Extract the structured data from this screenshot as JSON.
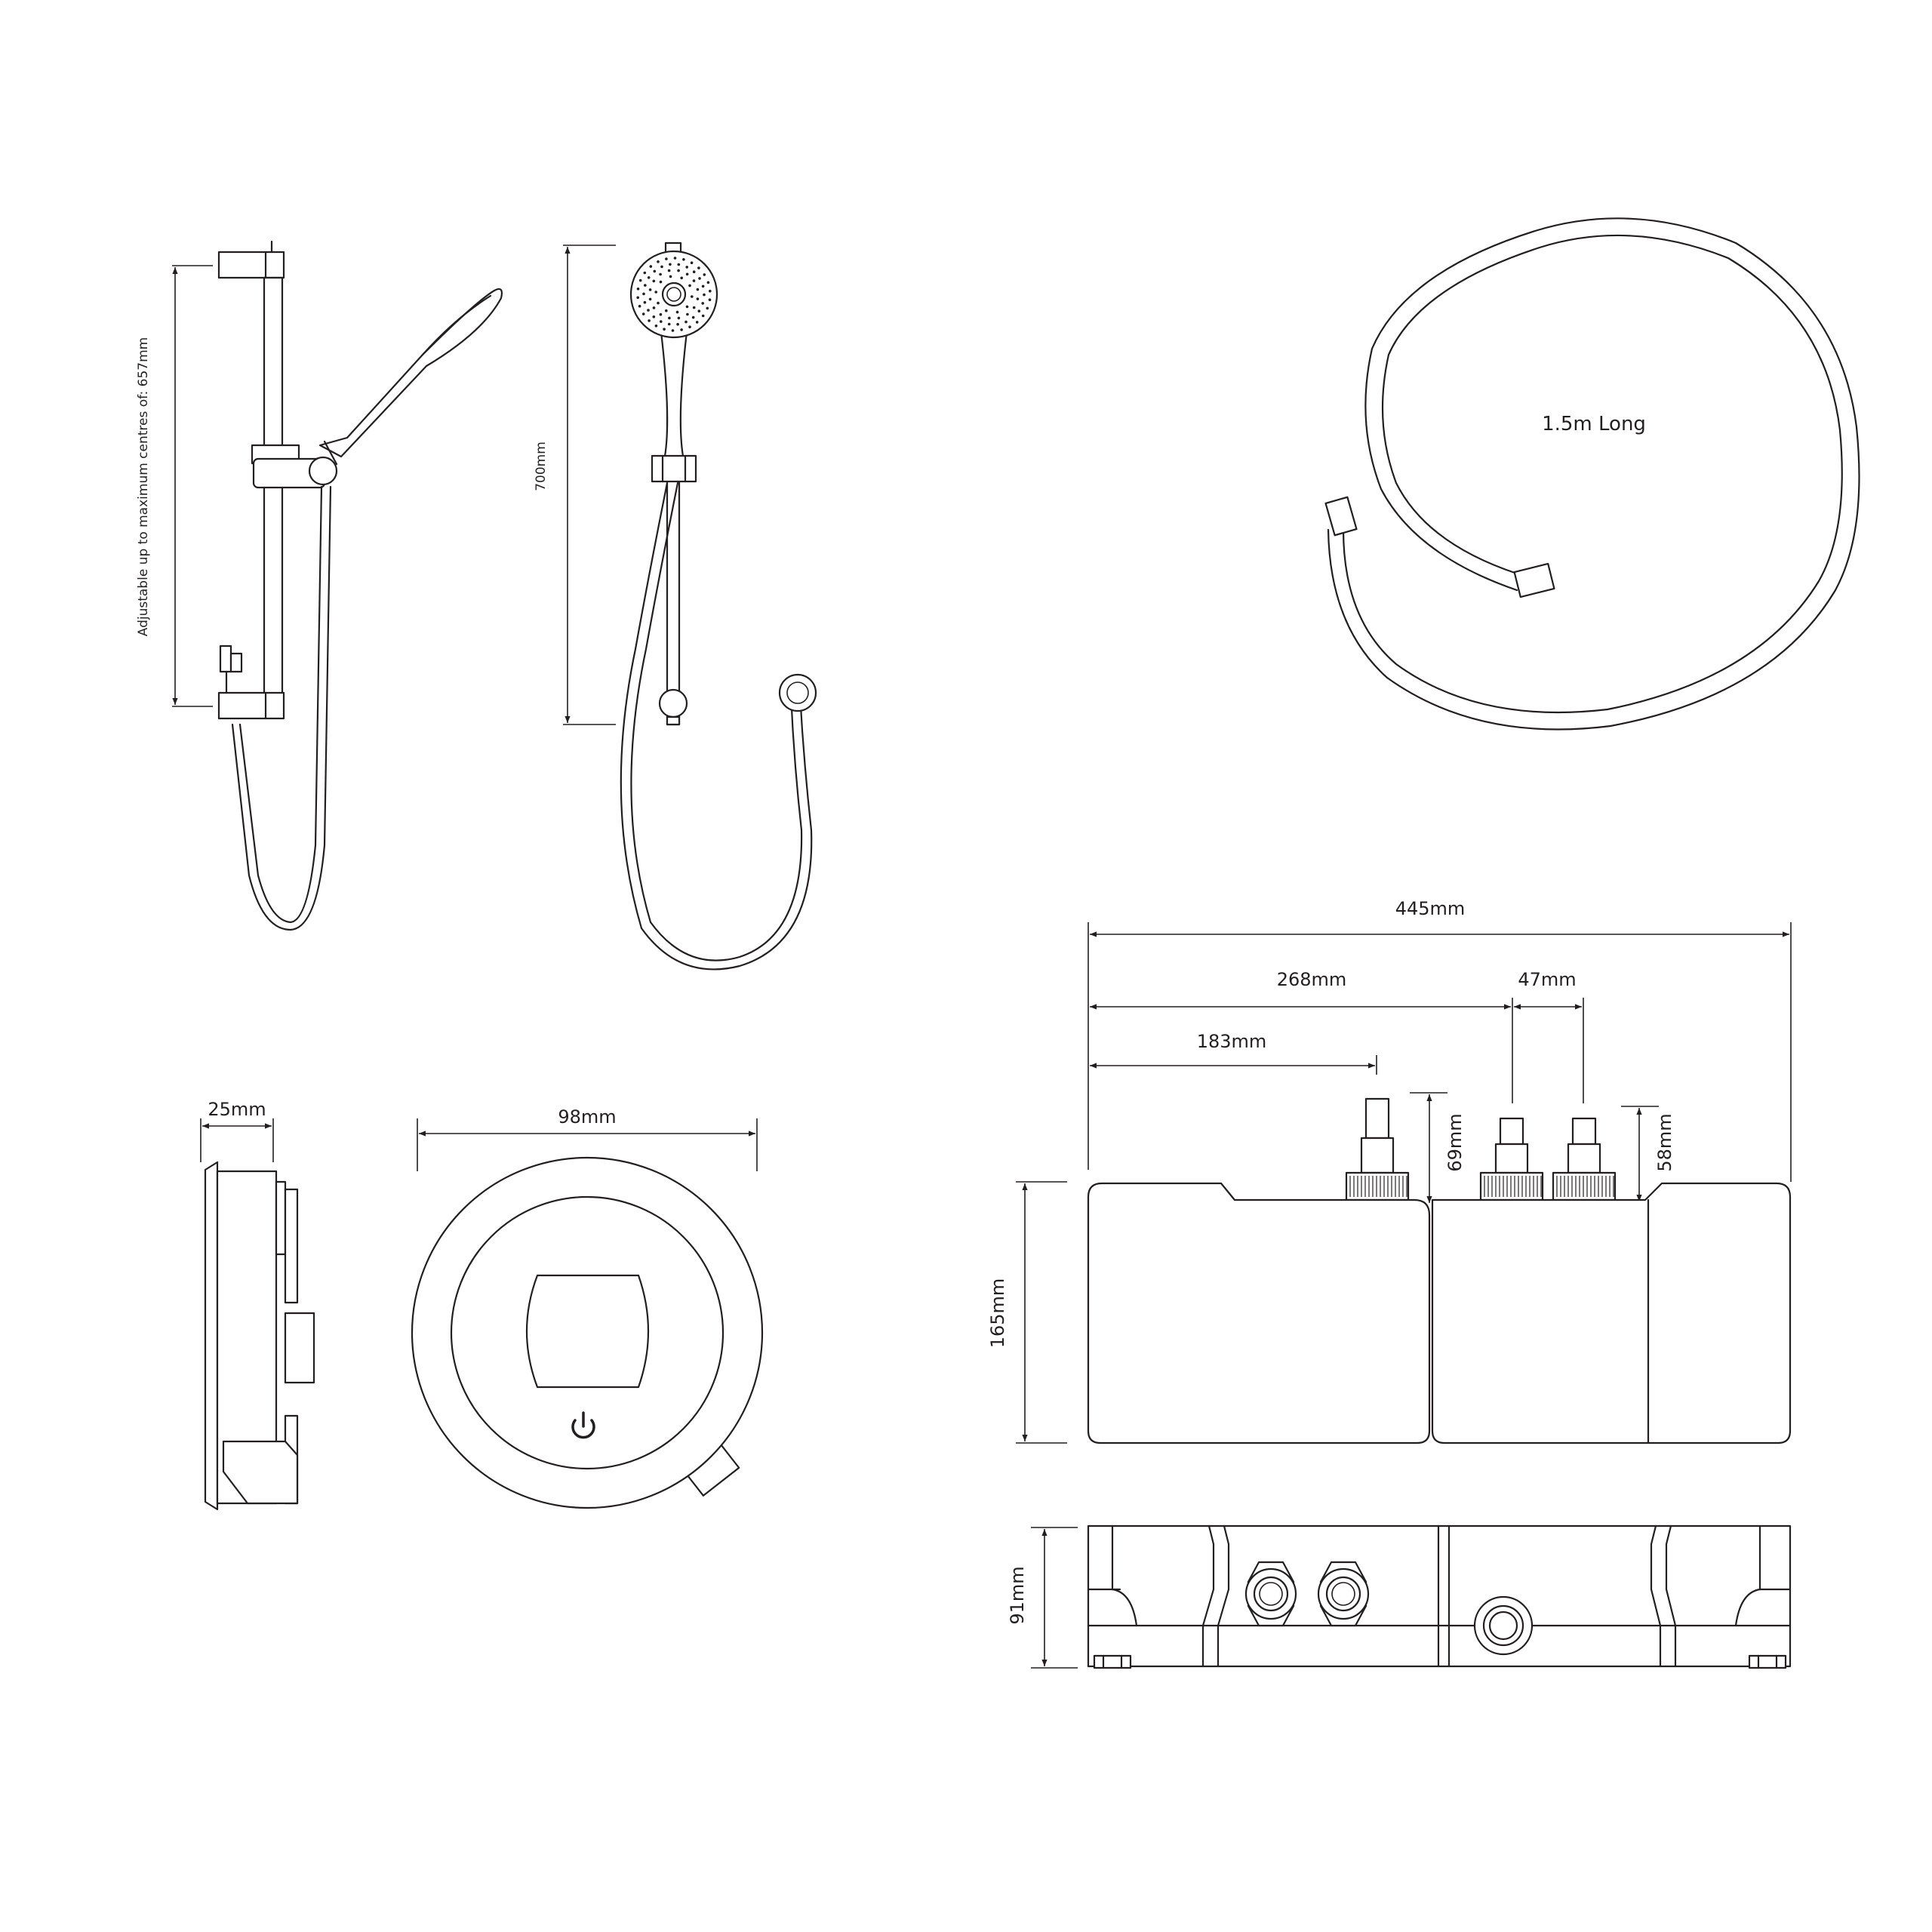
{
  "dimensions": {
    "rail_adjustable": "Adjustable up to maximum centres of: 657mm",
    "kit_height": "700mm",
    "hose_length": "1.5m Long",
    "control_depth": "25mm",
    "control_diameter": "98mm",
    "unit_width": "445mm",
    "outlet_offset_2": "268mm",
    "outlet_gap": "47mm",
    "outlet_offset_1": "183mm",
    "outlet_height_1": "69mm",
    "outlet_height_2": "58mm",
    "unit_height": "165mm",
    "unit_depth": "91mm"
  },
  "icons": {
    "power": "power-icon"
  },
  "colors": {
    "line": "#231f20",
    "background": "#ffffff"
  }
}
